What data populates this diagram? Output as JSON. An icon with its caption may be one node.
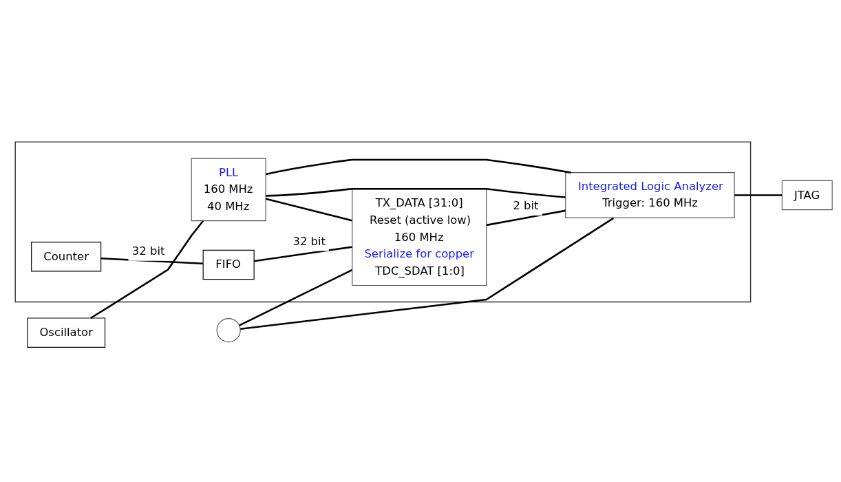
{
  "diagram": {
    "nodes": [
      {
        "text": [],
        "shape": "box"
      },
      {
        "text": [
          "Counter"
        ],
        "in": 0
      },
      {
        "text": [
          "FIFO"
        ],
        "in": 0
      },
      {
        "text": [
          "TX_DATA [31:0]",
          "Reset (active low)",
          "160 MHz",
          "Serialize for copper",
          "TDC_SDAT [1:0]"
        ],
        "in": 0
      },
      {
        "text": [],
        "shape": "circle"
      },
      {
        "text": [
          "Oscillator"
        ]
      },
      {
        "text": [
          "PLL",
          "160 MHz",
          "40 MHz"
        ],
        "in": 0
      },
      {
        "text": [
          "Integrated Logic Analyzer",
          "Trigger: 160 MHz"
        ],
        "in": 0
      },
      {
        "text": [
          "JTAG"
        ]
      }
    ],
    "edges": [
      {
        "from": 1,
        "to": 2,
        "arrow": "none",
        "label": "32 bit"
      },
      {
        "from": 2,
        "to": 3,
        "arrow": "none",
        "label": "32 bit"
      },
      {
        "from": 4,
        "to": 3,
        "arrow": "none"
      },
      {
        "from": 4,
        "to": 7,
        "arrow": "none"
      },
      {
        "from": 5,
        "to": 6,
        "arrow": "none"
      },
      {
        "from": 6,
        "to": 3,
        "arrow": "none"
      },
      {
        "from": 6,
        "to": 7,
        "arrow": "none"
      },
      {
        "from": 6,
        "to": 7,
        "arrow": "none"
      },
      {
        "from": 3,
        "to": 7,
        "arrow": "none",
        "label": "2 bit"
      },
      {
        "from": 7,
        "to": 8,
        "arrow": "none"
      }
    ]
  }
}
